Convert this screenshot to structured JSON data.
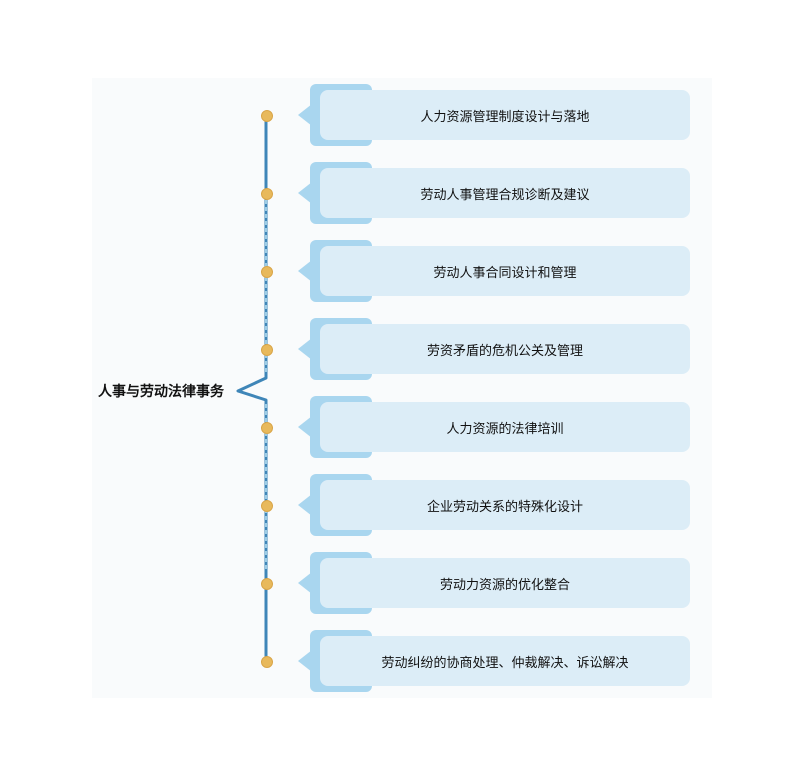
{
  "root": {
    "label": "人事与劳动法律事务"
  },
  "items": [
    {
      "label": "人力资源管理制度设计与落地"
    },
    {
      "label": "劳动人事管理合规诊断及建议"
    },
    {
      "label": "劳动人事合同设计和管理"
    },
    {
      "label": "劳资矛盾的危机公关及管理"
    },
    {
      "label": "人力资源的法律培训"
    },
    {
      "label": "企业劳动关系的特殊化设计"
    },
    {
      "label": "劳动力资源的优化整合"
    },
    {
      "label": "劳动纠纷的协商处理、仲裁解决、诉讼解决"
    }
  ],
  "colors": {
    "spine": "#3f86b8",
    "node": "#e8b95c",
    "tab": "#a9d6ef",
    "box": "#dcedf7"
  }
}
